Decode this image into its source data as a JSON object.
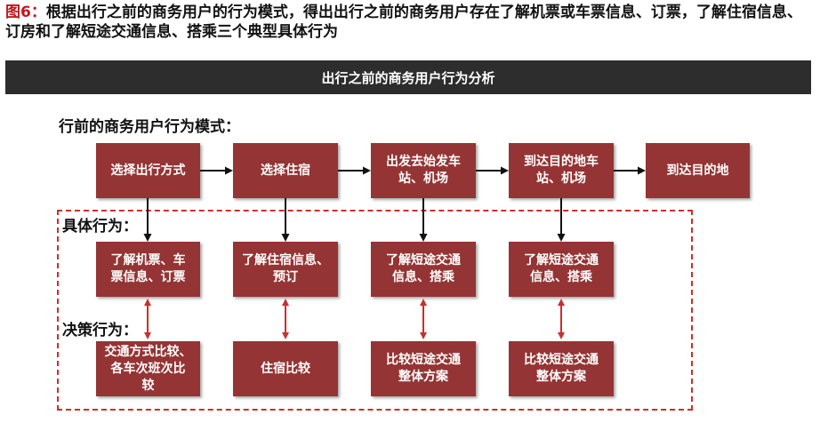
{
  "caption": {
    "fig_label": "图6：",
    "text": "根据出行之前的商务用户的行为模式，得出出行之前的商务用户存在了解机票或车票信息、订票，了解住宿信息、订房和了解短途交通信息、搭乘三个典型具体行为"
  },
  "banner": {
    "title": "出行之前的商务用户行为分析"
  },
  "labels": {
    "pattern": "行前的商务用户行为模式：",
    "specific": "具体行为：",
    "decision": "决策行为："
  },
  "flow": [
    "选择出行方式",
    "选择住宿",
    "出发去始发车\n站、机场",
    "到达目的地车\n站、机场",
    "到达目的地"
  ],
  "specific": [
    "了解机票、车\n票信息、订票",
    "了解住宿信息、\n预订",
    "了解短途交通\n信息、搭乘",
    "了解短途交通\n信息、搭乘"
  ],
  "decision": [
    "交通方式比较、\n各车次班次比\n较",
    "住宿比较",
    "比较短途交通\n整体方案",
    "比较短途交通\n整体方案"
  ],
  "colors": {
    "box": "#953434",
    "banner": "#2d2d2d",
    "accent": "#c0171e",
    "dashed": "#c9302c",
    "double_arrow": "#c9302c"
  }
}
